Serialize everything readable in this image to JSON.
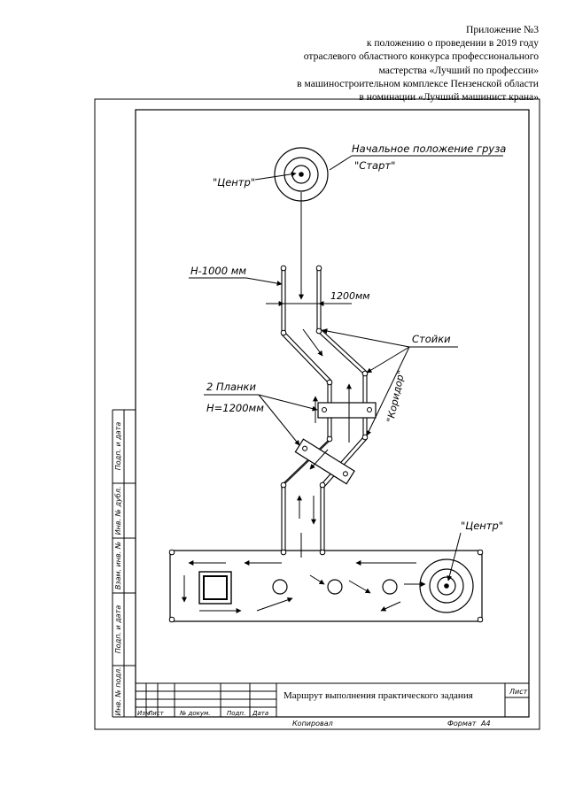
{
  "header": {
    "line1": "Приложение №3",
    "line2": "к положению о проведении в 2019 году",
    "line3": "отраслевого областного конкурса профессионального",
    "line4": "мастерства «Лучший по профессии»",
    "line5": "в машиностроительном комплексе Пензенской области",
    "line6": "в номинации «Лучший машинист крана»"
  },
  "diagram": {
    "start_label": "Начальное положение груза",
    "start_quote": "\"Старт\"",
    "center_top": "\"Центр\"",
    "center_bottom": "\"Центр\"",
    "height_label": "Н-1000 мм",
    "width_label": "1200мм",
    "posts_label": "Стойки",
    "corridor_label": "\"Коридор\"",
    "planks_label_1": "2 Планки",
    "planks_label_2": "Н=1200мм"
  },
  "side_stamp": {
    "labels": [
      "Подп. и дата",
      "Инв. № дубл.",
      "Взам. инв. №",
      "Подп. и дата",
      "Инв. № подл."
    ]
  },
  "title_block": {
    "title": "Маршрут выполнения практического задания",
    "sheet_label": "Лист",
    "col_izm": "Изм",
    "col_list": "Лист",
    "col_doc": "№ докум.",
    "col_sign": "Подп.",
    "col_date": "Дата"
  },
  "footer": {
    "copied": "Копировал",
    "format": "Формат",
    "format_value": "А4"
  }
}
